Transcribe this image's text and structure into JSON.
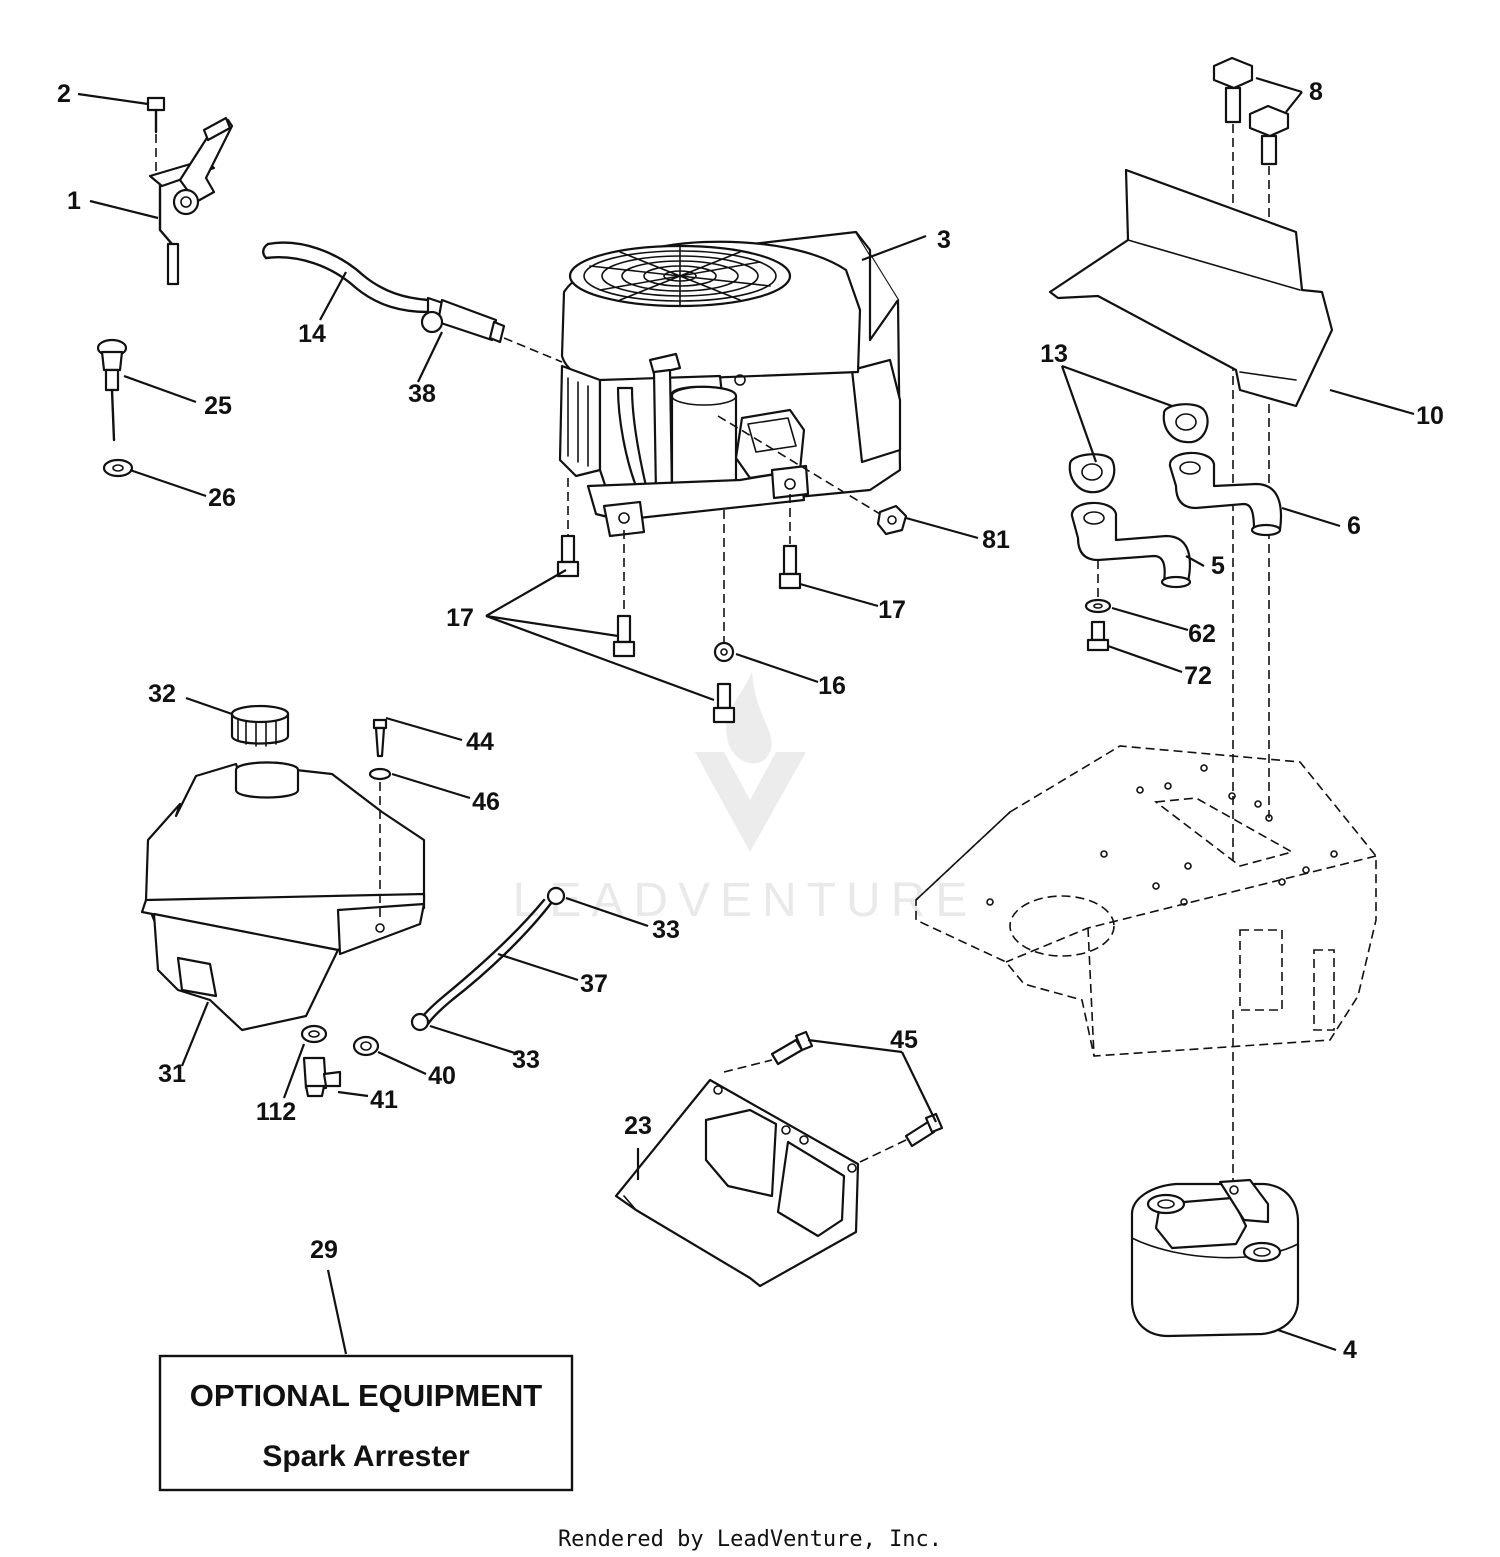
{
  "watermark": {
    "brand": "LEADVENTURE"
  },
  "callouts": [
    {
      "id": "p1",
      "label": "1"
    },
    {
      "id": "p2",
      "label": "2"
    },
    {
      "id": "p3",
      "label": "3"
    },
    {
      "id": "p4",
      "label": "4"
    },
    {
      "id": "p5",
      "label": "5"
    },
    {
      "id": "p6",
      "label": "6"
    },
    {
      "id": "p8",
      "label": "8"
    },
    {
      "id": "p10",
      "label": "10"
    },
    {
      "id": "p13",
      "label": "13"
    },
    {
      "id": "p14",
      "label": "14"
    },
    {
      "id": "p16",
      "label": "16"
    },
    {
      "id": "p17a",
      "label": "17"
    },
    {
      "id": "p17b",
      "label": "17"
    },
    {
      "id": "p23",
      "label": "23"
    },
    {
      "id": "p25",
      "label": "25"
    },
    {
      "id": "p26",
      "label": "26"
    },
    {
      "id": "p29",
      "label": "29"
    },
    {
      "id": "p31",
      "label": "31"
    },
    {
      "id": "p32",
      "label": "32"
    },
    {
      "id": "p33a",
      "label": "33"
    },
    {
      "id": "p33b",
      "label": "33"
    },
    {
      "id": "p37",
      "label": "37"
    },
    {
      "id": "p38",
      "label": "38"
    },
    {
      "id": "p40",
      "label": "40"
    },
    {
      "id": "p41",
      "label": "41"
    },
    {
      "id": "p44",
      "label": "44"
    },
    {
      "id": "p45",
      "label": "45"
    },
    {
      "id": "p46",
      "label": "46"
    },
    {
      "id": "p62",
      "label": "62"
    },
    {
      "id": "p72",
      "label": "72"
    },
    {
      "id": "p81",
      "label": "81"
    },
    {
      "id": "p112",
      "label": "112"
    }
  ],
  "optional_box": {
    "title": "OPTIONAL EQUIPMENT",
    "subtitle": "Spark Arrester"
  },
  "footer": {
    "text": "Rendered by LeadVenture, Inc."
  }
}
